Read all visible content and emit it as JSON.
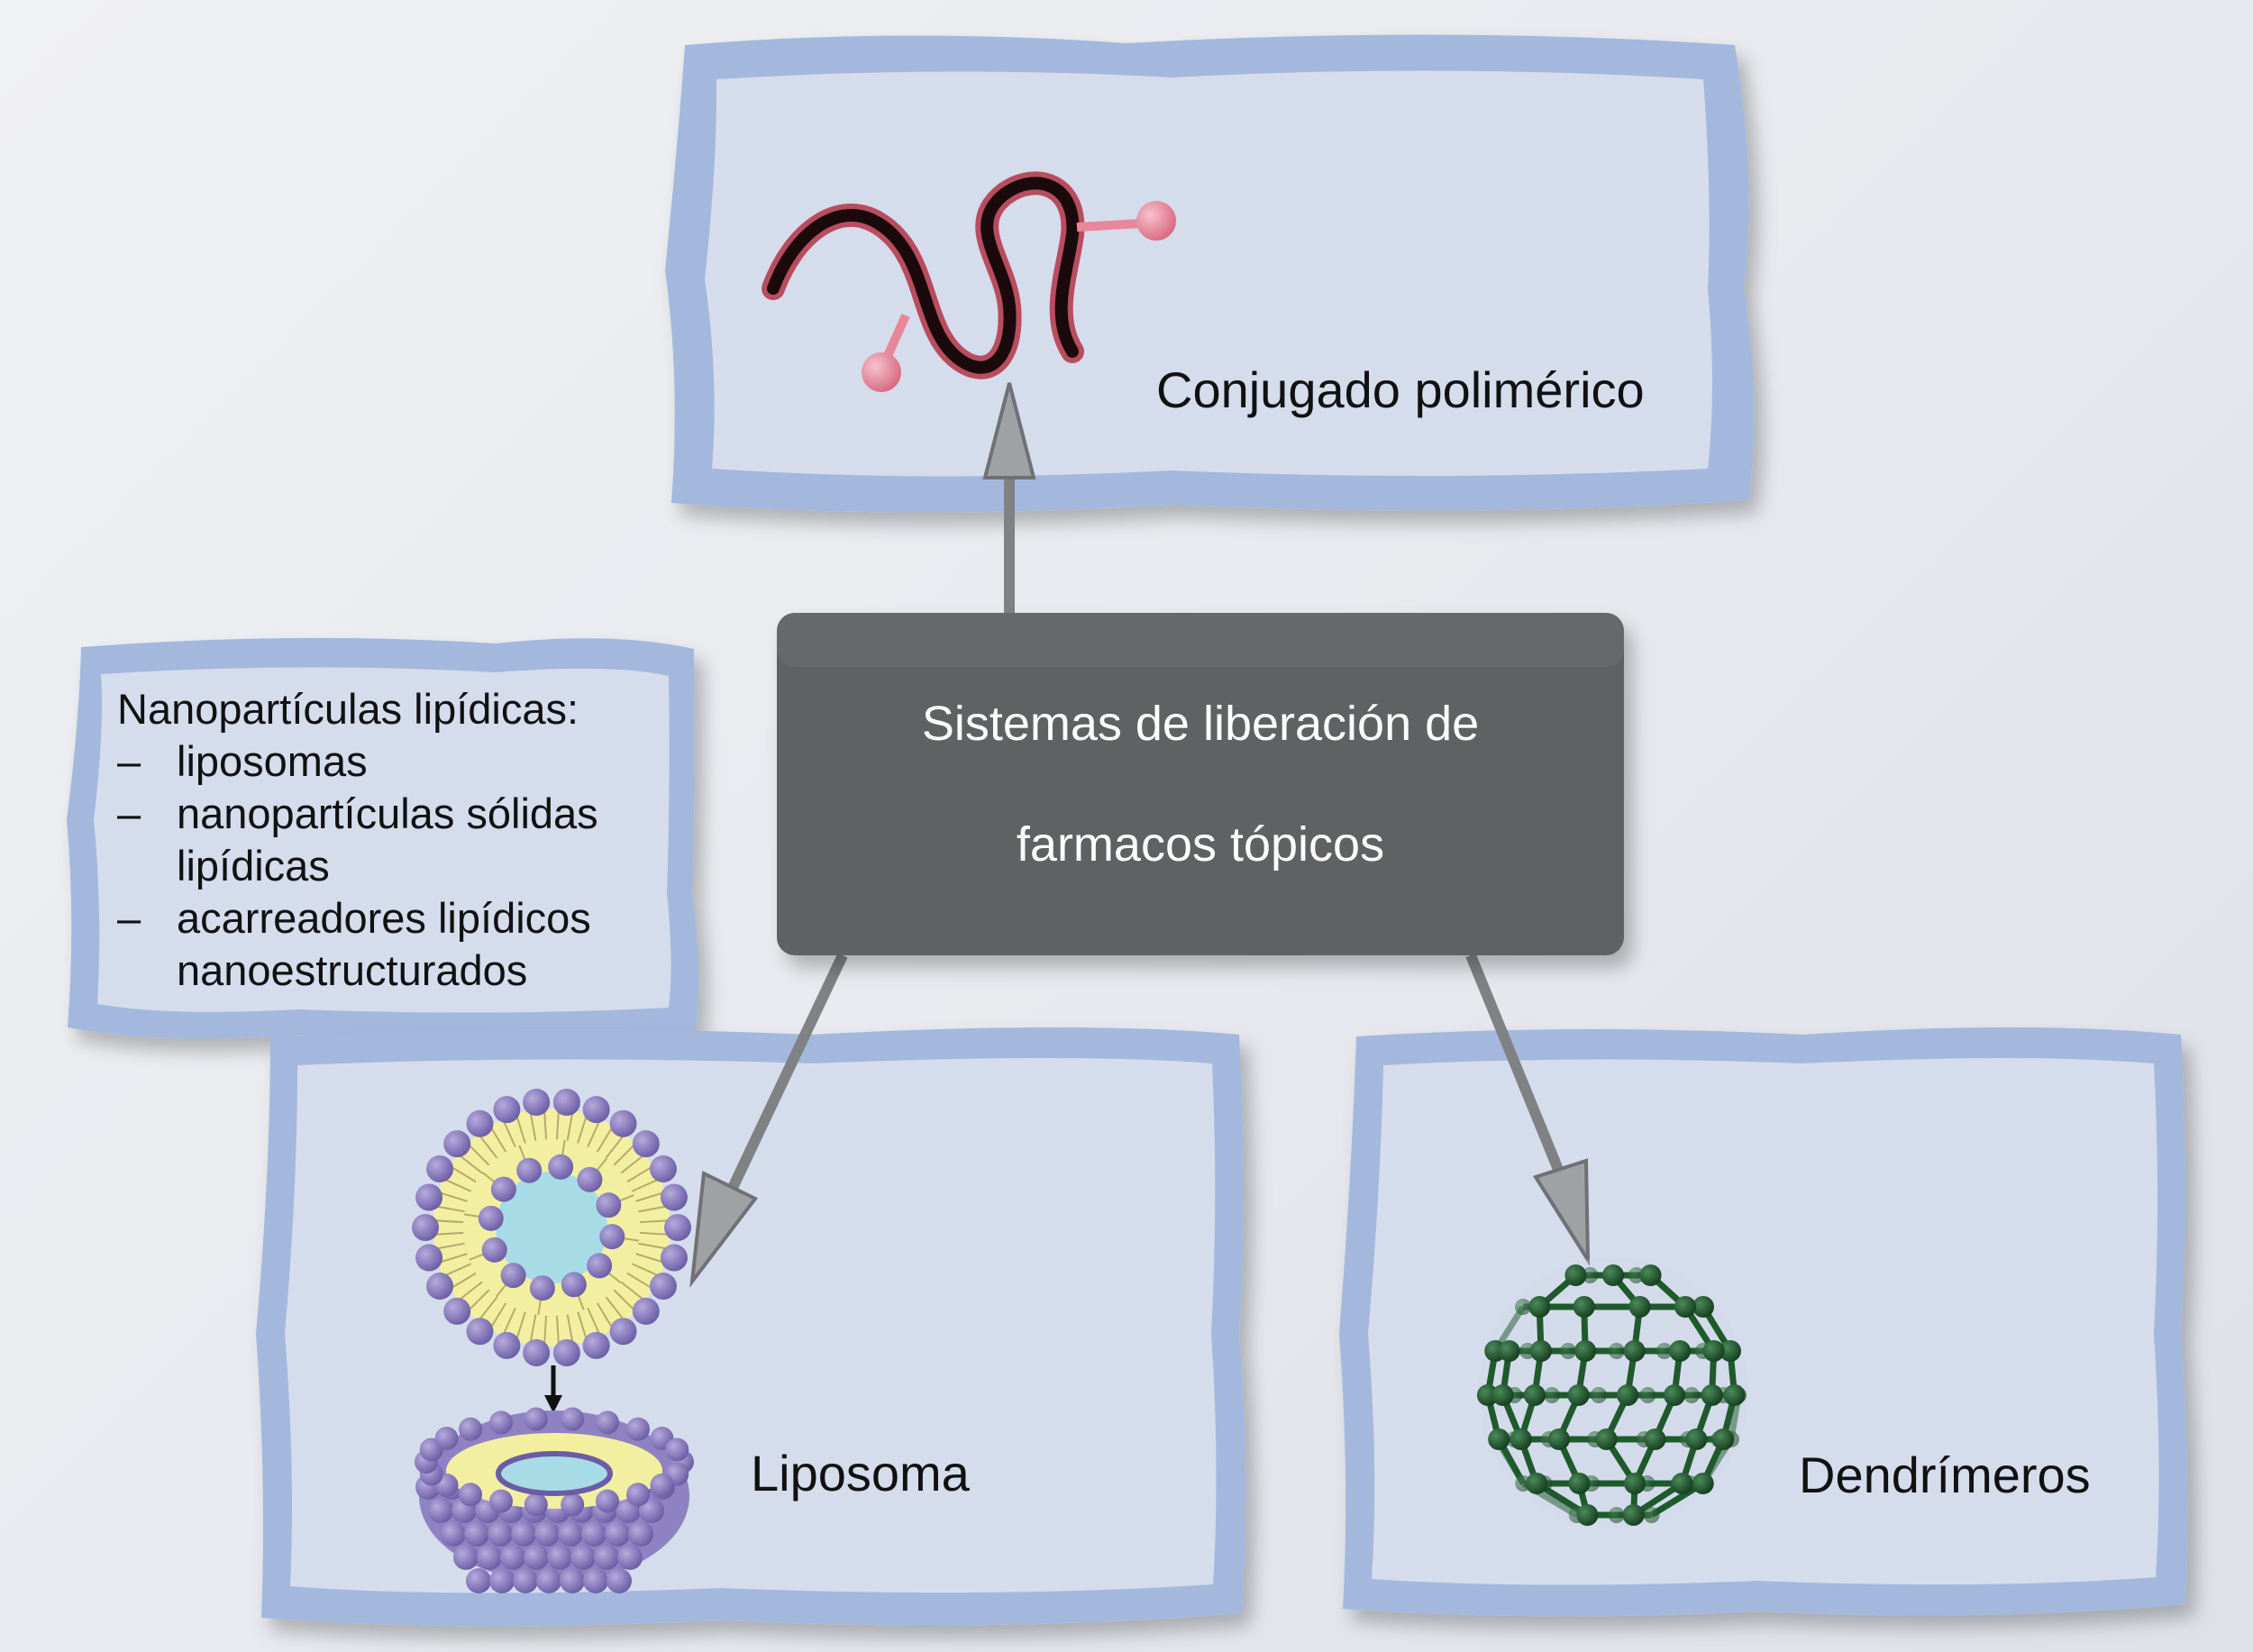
{
  "center": {
    "line1": "Sistemas de liberación de",
    "line2": "farmacos tópicos"
  },
  "panels": {
    "polymer": {
      "label": "Conjugado polimérico",
      "icon": "polymer-conjugate-icon"
    },
    "liposome": {
      "label": "Liposoma",
      "icon": "liposome-icon"
    },
    "dendrimer": {
      "label": "Dendrímeros",
      "icon": "dendrimer-icon"
    }
  },
  "lipid_box": {
    "heading": "Nanopartículas lipídicas:",
    "bullet": "–",
    "items": [
      "liposomas",
      "nanopartículas sólidas",
      "lipídicas",
      "acarreadores lipídicos",
      "nanoestructurados"
    ]
  },
  "colors": {
    "panel_fill": "#d5dcec",
    "panel_border": "#a3b8dc",
    "center_box": "#5f6263",
    "arrow": "#7f8183",
    "polymer": "#1a0a0c",
    "polymer_end": "#e9879a",
    "lipid_head": "#7a6cb0",
    "lipid_tail": "#f2efa0",
    "core": "#a7dbe6",
    "dendrimer": "#1f5a2c"
  }
}
